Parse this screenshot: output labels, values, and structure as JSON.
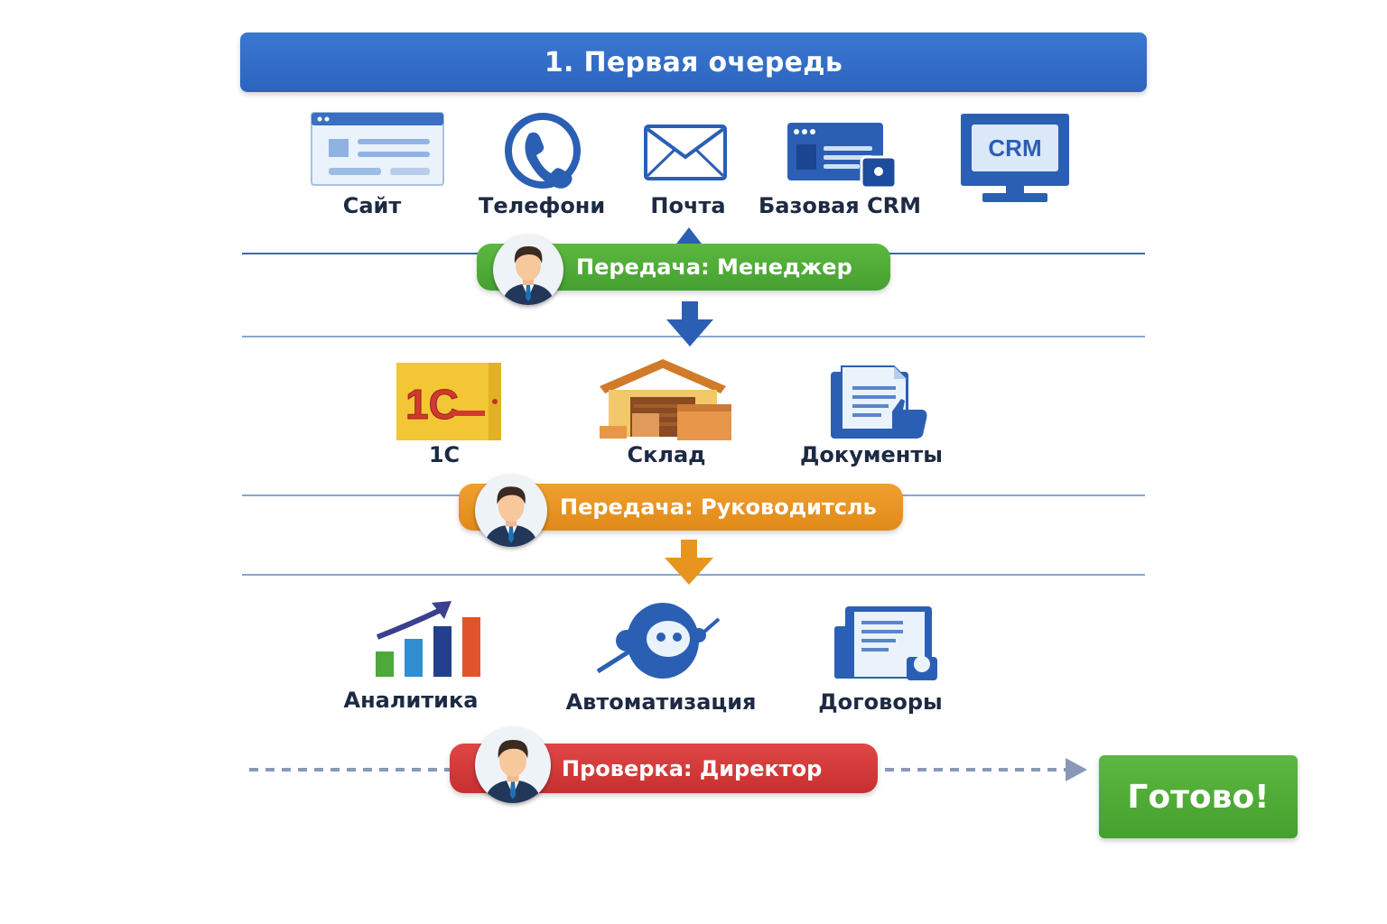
{
  "header": {
    "title": "1. Первая очередь"
  },
  "row1": {
    "labels": [
      "Сайт",
      "Телефони",
      "Почта",
      "Базовая CRM"
    ],
    "crm_screen_text": "CRM"
  },
  "stage1": {
    "label": "Передача: Менеджер",
    "color": "#4ea83a"
  },
  "row2": {
    "labels": [
      "1С",
      "Склад",
      "Документы"
    ],
    "logo_text": "1С"
  },
  "stage2": {
    "label": "Передача: Руководитсль",
    "color": "#e8951f"
  },
  "row3": {
    "labels": [
      "Аналитика",
      "Автоматизация",
      "Договоры"
    ]
  },
  "stage3": {
    "label": "Проверка: Директор",
    "color": "#d53a3a"
  },
  "result": {
    "label": "Готово!",
    "color": "#4ea83a"
  },
  "colors": {
    "header": "#3169c6",
    "line": "#3f67a8",
    "icon_blue": "#2b5fb4"
  }
}
